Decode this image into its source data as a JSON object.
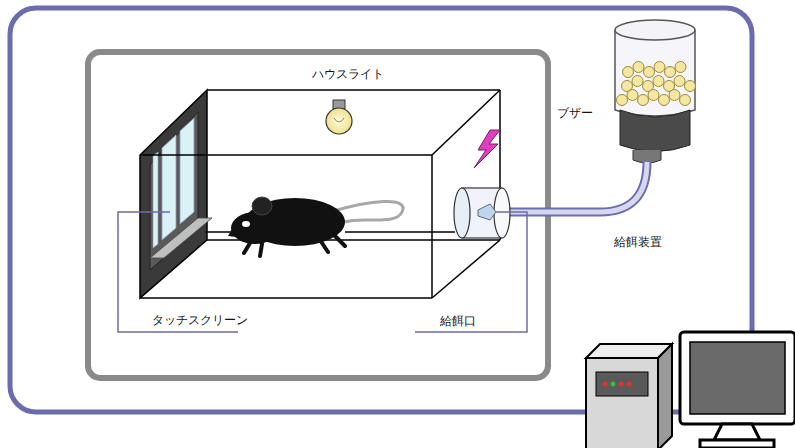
{
  "diagram": {
    "labels": [
      "ハウスライト",
      "ブザー",
      "タッチスクリーン",
      "給餌口",
      "給餌装置"
    ]
  }
}
